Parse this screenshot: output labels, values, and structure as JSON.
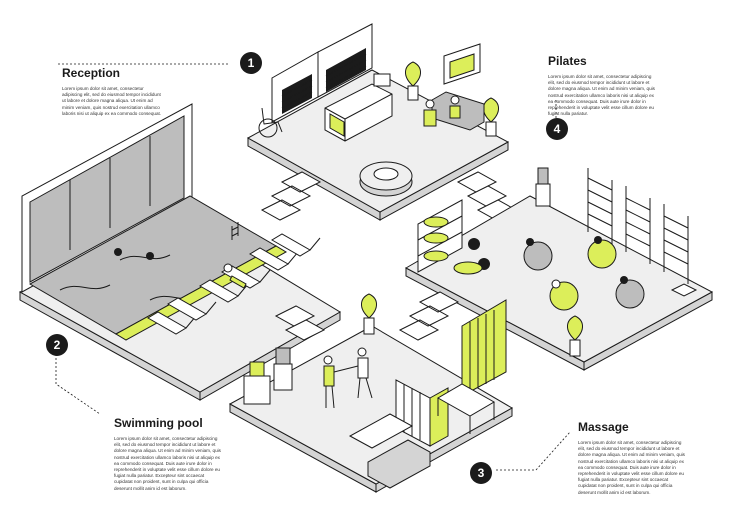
{
  "zones": [
    {
      "number": "1",
      "title": "Reception",
      "body": "Lorem ipsum dolor sit amet, consectetur adipiscing elit, sed do eiusmod tempor incididunt ut labore et dolore magna aliqua. Ut enim ad minim veniam, quis nostrud exercitation ullamco laboris nisi ut aliquip ex ea commodo consequat."
    },
    {
      "number": "2",
      "title": "Swimming pool",
      "body": "Lorem ipsum dolor sit amet, consectetur adipiscing elit, sed do eiusmod tempor incididunt ut labore et dolore magna aliqua. Ut enim ad minim veniam, quis nostrud exercitation ullamco laboris nisi ut aliquip ex ea commodo consequat. Duis aute irure dolor in reprehenderit in voluptate velit esse cillum dolore eu fugiat nulla pariatur. Excepteur sint occaecat cupidatat non proident, sunt in culpa qui officia deserunt mollit anim id est laborum."
    },
    {
      "number": "3",
      "title": "Massage",
      "body": "Lorem ipsum dolor sit amet, consectetur adipiscing elit, sed do eiusmod tempor incididunt ut labore et dolore magna aliqua. Ut enim ad minim veniam, quis nostrud exercitation ullamco laboris nisi ut aliquip ex ea commodo consequat. Duis aute irure dolor in reprehenderit in voluptate velit esse cillum dolore eu fugiat nulla pariatur. Excepteur sint occaecat cupidatat non proident, sunt in culpa qui officia deserunt mollit anim id est laborum."
    },
    {
      "number": "4",
      "title": "Pilates",
      "body": "Lorem ipsum dolor sit amet, consectetur adipiscing elit, sed do eiusmod tempor incididunt ut labore et dolore magna aliqua. Ut enim ad minim veniam, quis nostrud exercitation ullamco laboris nisi ut aliquip ex ea commodo consequat. Duis aute irure dolor in reprehenderit in voluptate velit esse cillum dolore eu fugiat nulla pariatur."
    }
  ],
  "colors": {
    "accent": "#dcee5a",
    "line": "#1b1b1b",
    "floor": "#efefef",
    "floor_side": "#d4d4d4",
    "water": "#bdbdbd"
  },
  "icons": [
    "wheelchair-icon",
    "plant-icon",
    "water-cooler-icon",
    "exercise-ball-icon",
    "wall-bars-icon",
    "deck-chair-icon",
    "massage-table-icon"
  ]
}
